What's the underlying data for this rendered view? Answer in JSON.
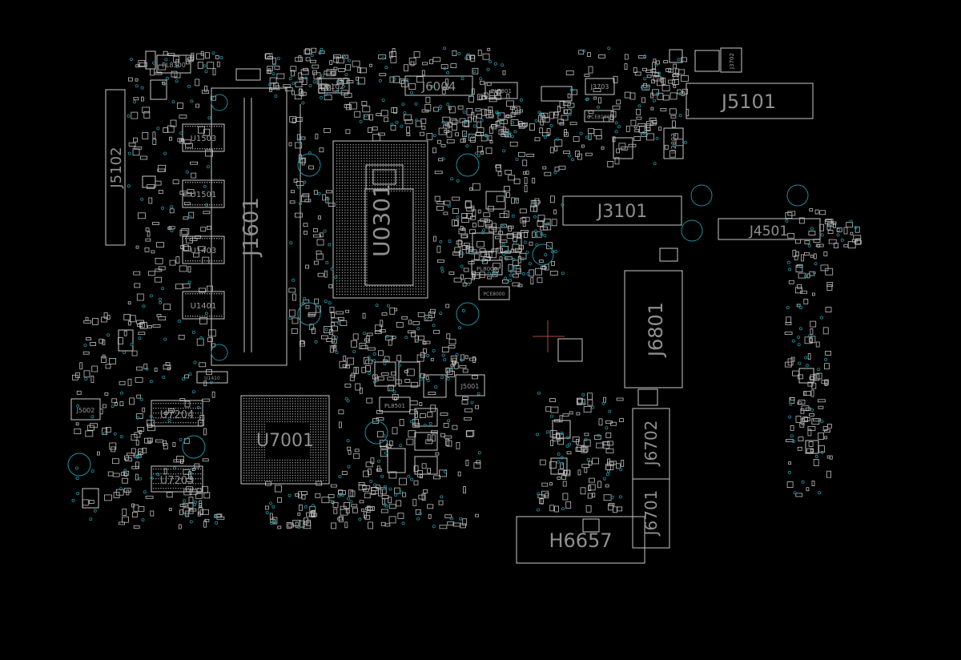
{
  "viewer": {
    "background": "#000000",
    "outline_color": "#c8c8c8",
    "via_color": "#1f8fa0",
    "cursor_color": "#b04848"
  },
  "labels": {
    "j5101": "J5101",
    "j5102": "J5102",
    "j3101": "J3101",
    "j4501": "J4501",
    "j6801": "J6801",
    "j6702": "J6702",
    "j6701": "J6701",
    "h6657": "H6657",
    "u0301": "U0301",
    "u7001": "U7001",
    "j1601": "J1601",
    "u1503": "U1503",
    "u1501": "U1501",
    "u1403": "U1403",
    "u1401": "U1401",
    "u7204": "U7204",
    "u7203": "U7203",
    "j6004": "J6004",
    "j3102": "J3102",
    "j3703": "J3703",
    "j3702": "J3702",
    "j5002": "J5002",
    "j5001": "J5001",
    "u2802": "U2802",
    "pl8300": "PL8300",
    "pl8801": "PL8801",
    "pl8000": "PL8000",
    "pce8000": "PCE8000",
    "pce8100": "PCE8100",
    "pl8501": "PL8501",
    "u1410": "U1410"
  }
}
